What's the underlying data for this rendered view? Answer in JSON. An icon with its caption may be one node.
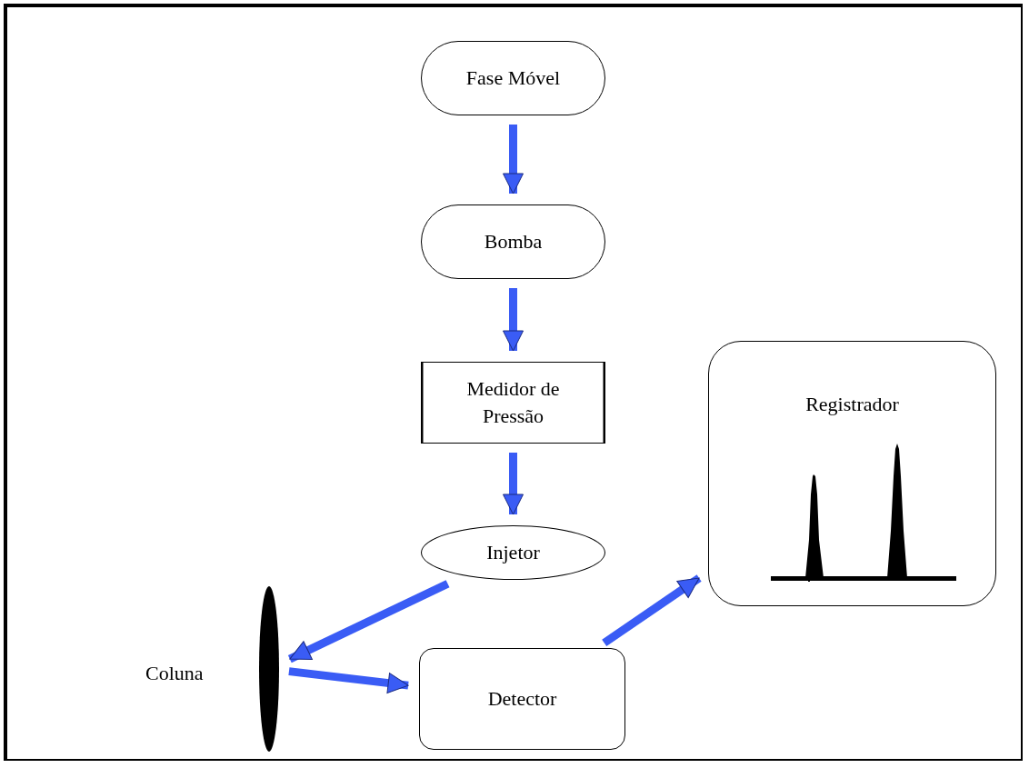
{
  "diagram": {
    "nodes": [
      {
        "text": [
          "Fase Móvel"
        ]
      },
      {
        "text": [
          "Bomba"
        ]
      },
      {
        "text": [
          "Medidor de Pressão"
        ]
      },
      {
        "text": [
          "Injetor"
        ]
      },
      {
        "text": [
          "Coluna"
        ]
      },
      {
        "text": [
          "Detector"
        ]
      },
      {
        "text": [
          "Registrador"
        ]
      }
    ],
    "edges": [
      {
        "from": 0,
        "to": 1,
        "arrow": "to"
      },
      {
        "from": 1,
        "to": 2,
        "arrow": "to"
      },
      {
        "from": 2,
        "to": 3,
        "arrow": "to"
      },
      {
        "from": 3,
        "to": 4,
        "arrow": "to"
      },
      {
        "from": 4,
        "to": 5,
        "arrow": "to"
      },
      {
        "from": 5,
        "to": 6,
        "arrow": "to"
      }
    ]
  }
}
